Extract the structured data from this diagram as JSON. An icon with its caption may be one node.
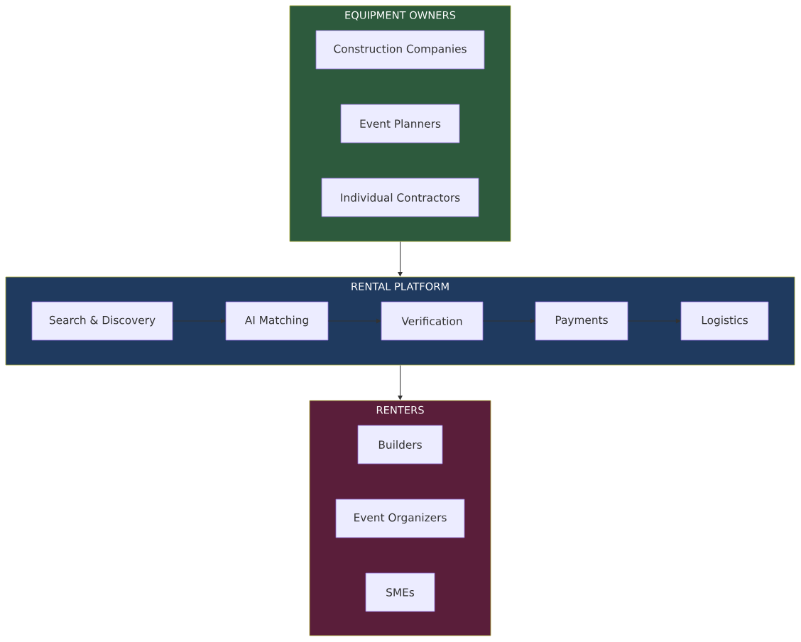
{
  "diagram": {
    "nodes": [
      {
        "text": [
          "EQUIPMENT OWNERS"
        ]
      },
      {
        "text": [
          "Construction Companies"
        ],
        "in": 0
      },
      {
        "text": [
          "Event Planners"
        ],
        "in": 0
      },
      {
        "text": [
          "Individual Contractors"
        ],
        "in": 0
      },
      {
        "text": [
          "RENTAL PLATFORM"
        ]
      },
      {
        "text": [
          "Search & Discovery"
        ],
        "in": 4
      },
      {
        "text": [
          "AI Matching"
        ],
        "in": 4
      },
      {
        "text": [
          "Verification"
        ],
        "in": 4
      },
      {
        "text": [
          "Payments"
        ],
        "in": 4
      },
      {
        "text": [
          "Logistics"
        ],
        "in": 4
      },
      {
        "text": [
          "RENTERS"
        ]
      },
      {
        "text": [
          "Builders"
        ],
        "in": 10
      },
      {
        "text": [
          "Event Organizers"
        ],
        "in": 10
      },
      {
        "text": [
          "SMEs"
        ],
        "in": 10
      }
    ],
    "edges": [
      {
        "from": 0,
        "to": 4,
        "arrow": "to"
      },
      {
        "from": 5,
        "to": 6,
        "arrow": "to"
      },
      {
        "from": 6,
        "to": 7,
        "arrow": "to"
      },
      {
        "from": 7,
        "to": 8,
        "arrow": "to"
      },
      {
        "from": 8,
        "to": 9,
        "arrow": "to"
      },
      {
        "from": 4,
        "to": 10,
        "arrow": "to"
      }
    ]
  }
}
